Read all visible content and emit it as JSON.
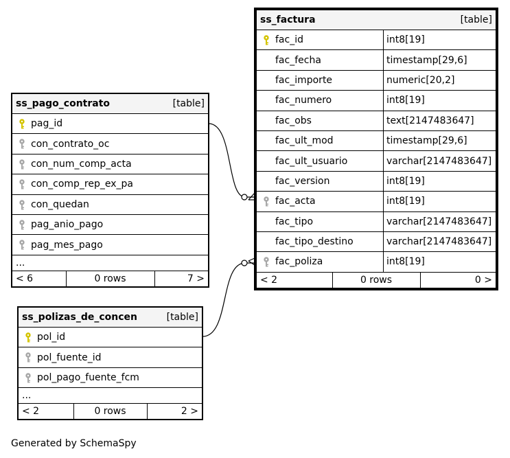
{
  "tables": {
    "factura": {
      "name": "ss_factura",
      "kind": "[table]",
      "columns": [
        {
          "name": "fac_id",
          "type": "int8[19]",
          "key": "pk"
        },
        {
          "name": "fac_fecha",
          "type": "timestamp[29,6]",
          "key": ""
        },
        {
          "name": "fac_importe",
          "type": "numeric[20,2]",
          "key": ""
        },
        {
          "name": "fac_numero",
          "type": "int8[19]",
          "key": ""
        },
        {
          "name": "fac_obs",
          "type": "text[2147483647]",
          "key": ""
        },
        {
          "name": "fac_ult_mod",
          "type": "timestamp[29,6]",
          "key": ""
        },
        {
          "name": "fac_ult_usuario",
          "type": "varchar[2147483647]",
          "key": ""
        },
        {
          "name": "fac_version",
          "type": "int8[19]",
          "key": ""
        },
        {
          "name": "fac_acta",
          "type": "int8[19]",
          "key": "fk"
        },
        {
          "name": "fac_tipo",
          "type": "varchar[2147483647]",
          "key": ""
        },
        {
          "name": "fac_tipo_destino",
          "type": "varchar[2147483647]",
          "key": ""
        },
        {
          "name": "fac_poliza",
          "type": "int8[19]",
          "key": "fk"
        }
      ],
      "footer": {
        "left": "< 2",
        "center": "0 rows",
        "right": "0 >"
      }
    },
    "pago": {
      "name": "ss_pago_contrato",
      "kind": "[table]",
      "columns": [
        {
          "name": "pag_id",
          "key": "pk"
        },
        {
          "name": "con_contrato_oc",
          "key": "fk"
        },
        {
          "name": "con_num_comp_acta",
          "key": "fk"
        },
        {
          "name": "con_comp_rep_ex_pa",
          "key": "fk"
        },
        {
          "name": "con_quedan",
          "key": "fk"
        },
        {
          "name": "pag_anio_pago",
          "key": "fk"
        },
        {
          "name": "pag_mes_pago",
          "key": "fk"
        }
      ],
      "more": "...",
      "footer": {
        "left": "< 6",
        "center": "0 rows",
        "right": "7 >"
      }
    },
    "polizas": {
      "name": "ss_polizas_de_concen",
      "kind": "[table]",
      "columns": [
        {
          "name": "pol_id",
          "key": "pk"
        },
        {
          "name": "pol_fuente_id",
          "key": "fk"
        },
        {
          "name": "pol_pago_fuente_fcm",
          "key": "fk"
        }
      ],
      "more": "...",
      "footer": {
        "left": "< 2",
        "center": "0 rows",
        "right": "2 >"
      }
    }
  },
  "colors": {
    "primary_key": "#d4c400",
    "foreign_key": "#a8a8a8",
    "header_bg": "#f4f4f4"
  },
  "credit": "Generated by SchemaSpy"
}
